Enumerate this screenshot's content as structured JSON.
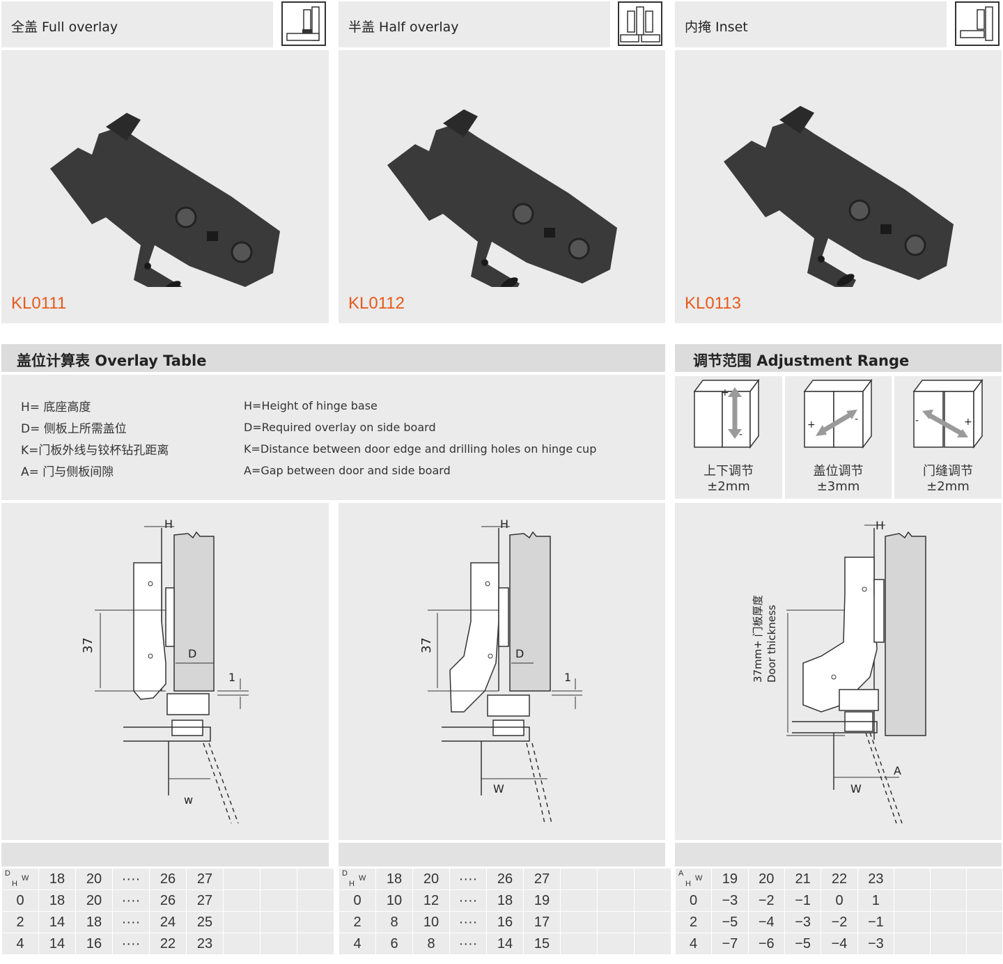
{
  "types": [
    {
      "title": "全盖 Full overlay",
      "code": "KL0111"
    },
    {
      "title": "半盖 Half overlay",
      "code": "KL0112"
    },
    {
      "title": "内掩 Inset",
      "code": "KL0113"
    }
  ],
  "overlay_table": {
    "title": "盖位计算表  Overlay Table",
    "legend_cn": [
      "H= 底座高度",
      "D= 侧板上所需盖位",
      "K=门板外线与铰杯钻孔距离",
      "A= 门与侧板间隙"
    ],
    "legend_en": [
      "H=Height of hinge base",
      "D=Required overlay on side board",
      "K=Distance between door edge and drilling holes on hinge cup",
      "A=Gap between door and side board"
    ]
  },
  "adjustment": {
    "title": "调节范围  Adjustment Range",
    "items": [
      {
        "label": "上下调节",
        "value": "±2mm"
      },
      {
        "label": "盖位调节",
        "value": "±3mm"
      },
      {
        "label": "门缝调节",
        "value": "±2mm"
      }
    ]
  },
  "diagram_labels": {
    "h": "H",
    "d": "D",
    "one": "1",
    "w_lower": "w",
    "w_upper": "W",
    "a": "A",
    "thirty_seven": "37",
    "door_thickness_cn": "37mm+ 门板厚度",
    "door_thickness_en": "Door thickness"
  },
  "tables": [
    {
      "corner_top": "D",
      "corner_w": "W",
      "corner_h": "H",
      "header": [
        "18",
        "20",
        "····",
        "26",
        "27",
        "",
        "",
        ""
      ],
      "rows": [
        {
          "h": "0",
          "values": [
            "18",
            "20",
            "····",
            "26",
            "27",
            "",
            "",
            ""
          ]
        },
        {
          "h": "2",
          "values": [
            "14",
            "18",
            "····",
            "24",
            "25",
            "",
            "",
            ""
          ]
        },
        {
          "h": "4",
          "values": [
            "14",
            "16",
            "····",
            "22",
            "23",
            "",
            "",
            ""
          ]
        }
      ]
    },
    {
      "corner_top": "D",
      "corner_w": "W",
      "corner_h": "H",
      "header": [
        "18",
        "20",
        "····",
        "26",
        "27",
        "",
        "",
        ""
      ],
      "rows": [
        {
          "h": "0",
          "values": [
            "10",
            "12",
            "····",
            "18",
            "19",
            "",
            "",
            ""
          ]
        },
        {
          "h": "2",
          "values": [
            "8",
            "10",
            "····",
            "16",
            "17",
            "",
            "",
            ""
          ]
        },
        {
          "h": "4",
          "values": [
            "6",
            "8",
            "····",
            "14",
            "15",
            "",
            "",
            ""
          ]
        }
      ]
    },
    {
      "corner_top": "A",
      "corner_w": "W",
      "corner_h": "H",
      "header": [
        "19",
        "20",
        "21",
        "22",
        "23",
        "",
        "",
        ""
      ],
      "rows": [
        {
          "h": "0",
          "values": [
            "−3",
            "−2",
            "−1",
            "0",
            "1",
            "",
            "",
            ""
          ]
        },
        {
          "h": "2",
          "values": [
            "−5",
            "−4",
            "−3",
            "−2",
            "−1",
            "",
            "",
            ""
          ]
        },
        {
          "h": "4",
          "values": [
            "−7",
            "−6",
            "−5",
            "−4",
            "−3",
            "",
            "",
            ""
          ]
        }
      ]
    }
  ]
}
